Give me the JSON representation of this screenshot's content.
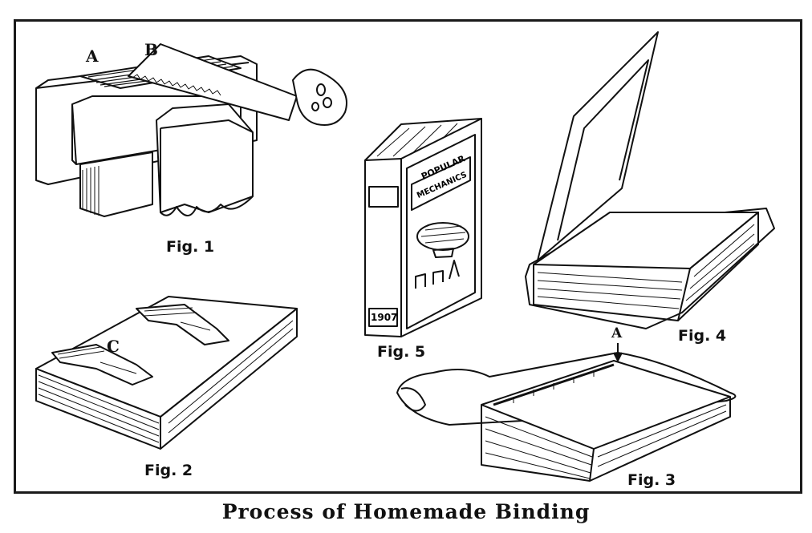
{
  "figures": [
    {
      "label": "Fig. 1",
      "letters": [
        "A",
        "B"
      ]
    },
    {
      "label": "Fig. 2",
      "letters": [
        "C"
      ]
    },
    {
      "label": "Fig. 3",
      "letters": [
        "A"
      ]
    },
    {
      "label": "Fig. 4",
      "letters": []
    },
    {
      "label": "Fig. 5",
      "cover_text": [
        "POPULAR",
        "MECHANICS"
      ],
      "spine_year": "1907"
    }
  ],
  "caption": "Process of Homemade Binding",
  "colors": {
    "ink": "#111111",
    "paper": "#ffffff"
  }
}
